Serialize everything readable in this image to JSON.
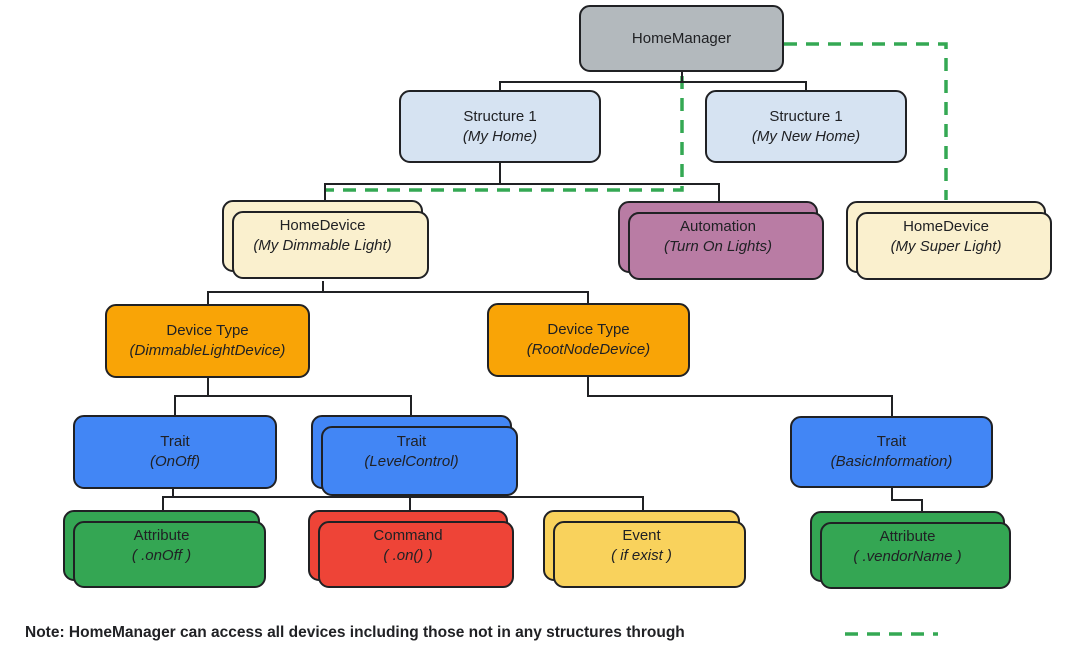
{
  "diagram_title": "HomeManager object hierarchy",
  "colors": {
    "home_manager": "#B3B9BD",
    "structure": "#D6E3F2",
    "home_device": "#FAF0CE",
    "automation": "#B97CA4",
    "device_type": "#F9A406",
    "trait": "#4286F5",
    "attribute": "#34A653",
    "command": "#EE4437",
    "event": "#F9D25C",
    "dashed_link": "#34A853",
    "connector": "#202124"
  },
  "nodes": {
    "home_manager": {
      "title": "HomeManager",
      "subtitle": ""
    },
    "structure_my_home": {
      "title": "Structure 1",
      "subtitle": "(My Home)"
    },
    "structure_my_new_home": {
      "title": "Structure 1",
      "subtitle": "(My New Home)"
    },
    "home_device_dimmable": {
      "title": "HomeDevice",
      "subtitle": "(My Dimmable Light)"
    },
    "automation_turn_on": {
      "title": "Automation",
      "subtitle": "(Turn On Lights)"
    },
    "home_device_super": {
      "title": "HomeDevice",
      "subtitle": "(My Super Light)"
    },
    "device_type_dimmable": {
      "title": "Device Type",
      "subtitle": "(DimmableLightDevice)"
    },
    "device_type_root": {
      "title": "Device Type",
      "subtitle": "(RootNodeDevice)"
    },
    "trait_onoff": {
      "title": "Trait",
      "subtitle": "(OnOff)"
    },
    "trait_levelcontrol": {
      "title": "Trait",
      "subtitle": "(LevelControl)"
    },
    "trait_basicinfo": {
      "title": "Trait",
      "subtitle": "(BasicInformation)"
    },
    "attribute_onoff": {
      "title": "Attribute",
      "subtitle": "( .onOff )"
    },
    "command_on": {
      "title": "Command",
      "subtitle": "( .on() )"
    },
    "event_if_exist": {
      "title": "Event",
      "subtitle": "( if exist )"
    },
    "attribute_vendorname": {
      "title": "Attribute",
      "subtitle": "( .vendorName )"
    }
  },
  "note": {
    "text": "Note: HomeManager can access all devices including those not in any structures through"
  }
}
